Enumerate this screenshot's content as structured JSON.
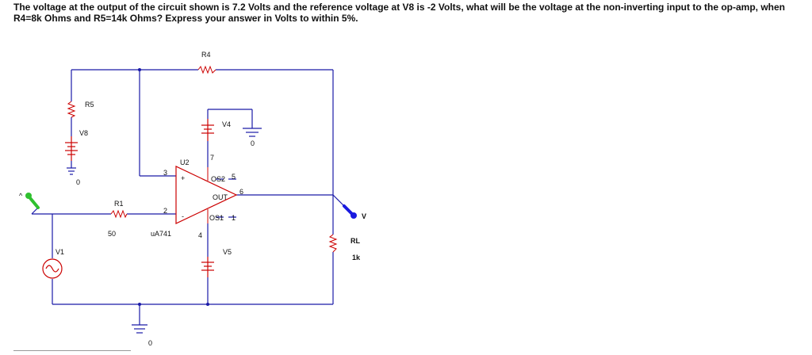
{
  "question": {
    "line1": "The voltage at the output of the circuit shown is 7.2 Volts and the reference voltage at V8 is -2 Volts, what will be the voltage at the non-inverting input to the op-amp, when",
    "line2": "R4=8k Ohms and R5=14k Ohms? Express your answer in Volts to within 5%."
  },
  "circuit": {
    "r4": "R4",
    "r5": "R5",
    "v8": "V8",
    "v4": "V4",
    "u2": "U2",
    "pin3": "3",
    "pin2": "2",
    "pin6": "6",
    "pin7": "7",
    "pin4": "4",
    "pin5": "5",
    "pin1": "1",
    "plus": "+",
    "minus": "-",
    "os2": "OS2",
    "os1": "OS1",
    "out": "OUT",
    "r1": "R1",
    "r1_value": "50",
    "ua741": "uA741",
    "v5": "V5",
    "v1": "V1",
    "rl": "RL",
    "rl_value": "1k",
    "gnd_zero_a": "0",
    "gnd_zero_b": "0",
    "gnd_zero_c": "0",
    "probe_v": "V",
    "probe_caret": "^"
  },
  "colors": {
    "wire": "#1a1aa8",
    "component": "#cc0000",
    "probe_green": "#2fc02f",
    "probe_blue": "#1a1ae0"
  }
}
